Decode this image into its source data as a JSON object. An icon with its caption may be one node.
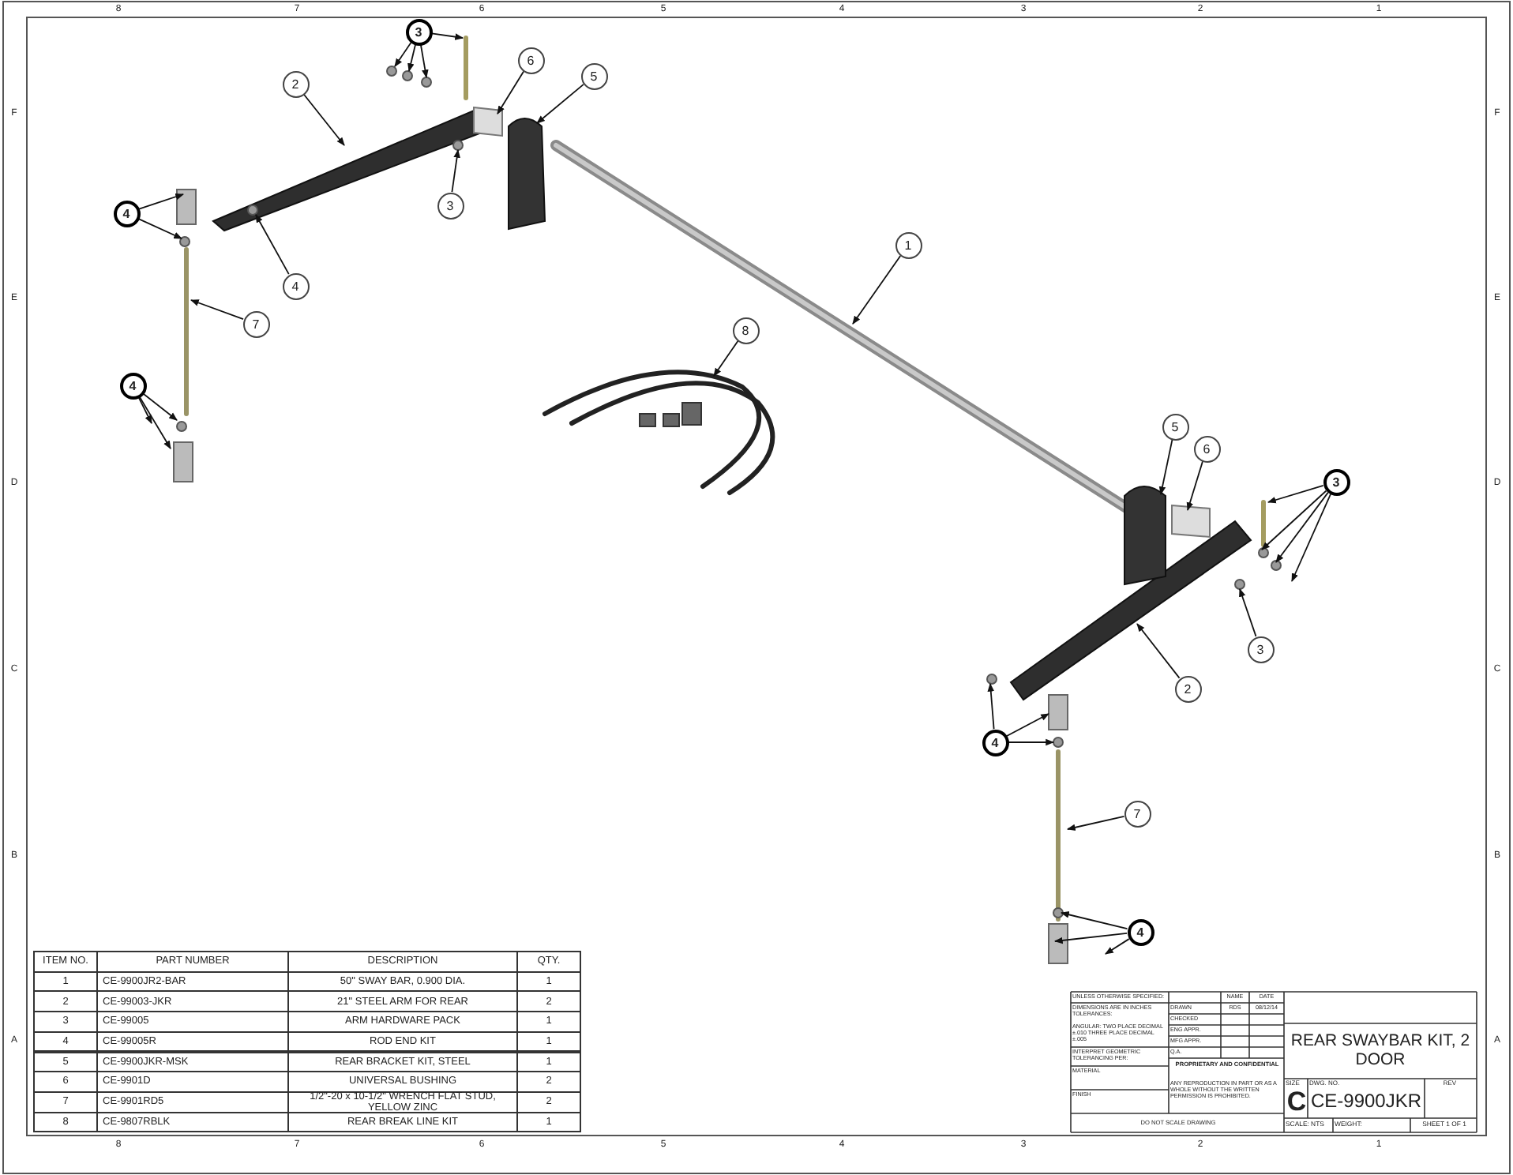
{
  "diagram": {
    "title": "REAR SWAYBAR KIT, 2 DOOR",
    "nodes": [
      {
        "text": [
          "3"
        ]
      },
      {
        "text": [
          "2"
        ]
      },
      {
        "text": [
          "6"
        ]
      },
      {
        "text": [
          "5"
        ]
      },
      {
        "text": [
          "4"
        ]
      },
      {
        "text": [
          "3"
        ]
      },
      {
        "text": [
          "1"
        ]
      },
      {
        "text": [
          "4"
        ]
      },
      {
        "text": [
          "7"
        ]
      },
      {
        "text": [
          "8"
        ]
      },
      {
        "text": [
          "4"
        ]
      },
      {
        "text": [
          "5"
        ]
      },
      {
        "text": [
          "6"
        ]
      },
      {
        "text": [
          "3"
        ]
      },
      {
        "text": [
          "3"
        ]
      },
      {
        "text": [
          "2"
        ]
      },
      {
        "text": [
          "4"
        ]
      },
      {
        "text": [
          "7"
        ]
      },
      {
        "text": [
          "4"
        ]
      }
    ],
    "edges": [
      {
        "from": 0,
        "to": null,
        "arrow": "to"
      },
      {
        "from": 0,
        "to": null,
        "arrow": "to"
      },
      {
        "from": 0,
        "to": null,
        "arrow": "to"
      },
      {
        "from": 0,
        "to": null,
        "arrow": "to"
      },
      {
        "from": 1,
        "to": null,
        "arrow": "to"
      },
      {
        "from": 2,
        "to": null,
        "arrow": "to"
      },
      {
        "from": 3,
        "to": null,
        "arrow": "to"
      },
      {
        "from": 4,
        "to": null,
        "arrow": "to"
      },
      {
        "from": 4,
        "to": null,
        "arrow": "to"
      },
      {
        "from": 5,
        "to": null,
        "arrow": "to"
      },
      {
        "from": 6,
        "to": null,
        "arrow": "to"
      },
      {
        "from": 7,
        "to": null,
        "arrow": "to"
      },
      {
        "from": 8,
        "to": null,
        "arrow": "to"
      },
      {
        "from": 9,
        "to": null,
        "arrow": "to"
      },
      {
        "from": 10,
        "to": null,
        "arrow": "to"
      },
      {
        "from": 10,
        "to": null,
        "arrow": "to"
      },
      {
        "from": 10,
        "to": null,
        "arrow": "to"
      },
      {
        "from": 11,
        "to": null,
        "arrow": "to"
      },
      {
        "from": 12,
        "to": null,
        "arrow": "to"
      },
      {
        "from": 13,
        "to": null,
        "arrow": "to"
      },
      {
        "from": 13,
        "to": null,
        "arrow": "to"
      },
      {
        "from": 13,
        "to": null,
        "arrow": "to"
      },
      {
        "from": 13,
        "to": null,
        "arrow": "to"
      },
      {
        "from": 14,
        "to": null,
        "arrow": "to"
      },
      {
        "from": 15,
        "to": null,
        "arrow": "to"
      },
      {
        "from": 16,
        "to": null,
        "arrow": "to"
      },
      {
        "from": 16,
        "to": null,
        "arrow": "to"
      },
      {
        "from": 16,
        "to": null,
        "arrow": "to"
      },
      {
        "from": 17,
        "to": null,
        "arrow": "to"
      },
      {
        "from": 18,
        "to": null,
        "arrow": "to"
      },
      {
        "from": 18,
        "to": null,
        "arrow": "to"
      },
      {
        "from": 18,
        "to": null,
        "arrow": "to"
      }
    ],
    "labels": [
      "8",
      "7",
      "6",
      "5",
      "4",
      "3",
      "2",
      "1",
      "F",
      "F",
      "E",
      "E",
      "D",
      "D",
      "C",
      "C",
      "B",
      "B",
      "A",
      "A",
      "ITEM NO.",
      "PART NUMBER",
      "DESCRIPTION",
      "QTY.",
      "1",
      "CE-9900JR2-BAR",
      "50\" SWAY BAR, 0.900 DIA.",
      "1",
      "2",
      "CE-99003-JKR",
      "21\" STEEL ARM FOR REAR",
      "2",
      "3",
      "CE-99005",
      "ARM HARDWARE PACK",
      "1",
      "4",
      "CE-99005R",
      "ROD END KIT",
      "1",
      "5",
      "CE-9900JKR-MSK",
      "REAR BRACKET KIT, STEEL",
      "1",
      "6",
      "CE-9901D",
      "UNIVERSAL BUSHING",
      "2",
      "7",
      "CE-9901RD5",
      "1/2\"-20 x 10-1/2\" WRENCH FLAT STUD, YELLOW ZINC",
      "2",
      "8",
      "CE-9807RBLK",
      "REAR BREAK LINE KIT",
      "1",
      "UNLESS OTHERWISE SPECIFIED:",
      "NAME",
      "DATE",
      "DIMENSIONS ARE IN INCHES TOLERANCES:",
      "DRAWN",
      "RDS",
      "08/12/14",
      "CHECKED",
      "ANGULAR: TWO PLACE DECIMAL ±.010 THREE PLACE DECIMAL ±.005",
      "ENG APPR.",
      "MFG APPR.",
      "INTERPRET GEOMETRIC TOLERANCING PER:",
      "Q.A.",
      "MATERIAL",
      "PROPRIETARY AND CONFIDENTIAL",
      "ANY REPRODUCTION IN PART OR AS A WHOLE WITHOUT THE WRITTEN PERMISSION IS PROHIBITED.",
      "FINISH",
      "SIZE",
      "DWG. NO.",
      "REV",
      "C",
      "CE-9900JKR",
      "DO NOT SCALE DRAWING",
      "SCALE: NTS",
      "WEIGHT:",
      "SHEET 1 OF 1",
      "8",
      "7",
      "6",
      "5",
      "4",
      "3",
      "2",
      "1"
    ]
  }
}
